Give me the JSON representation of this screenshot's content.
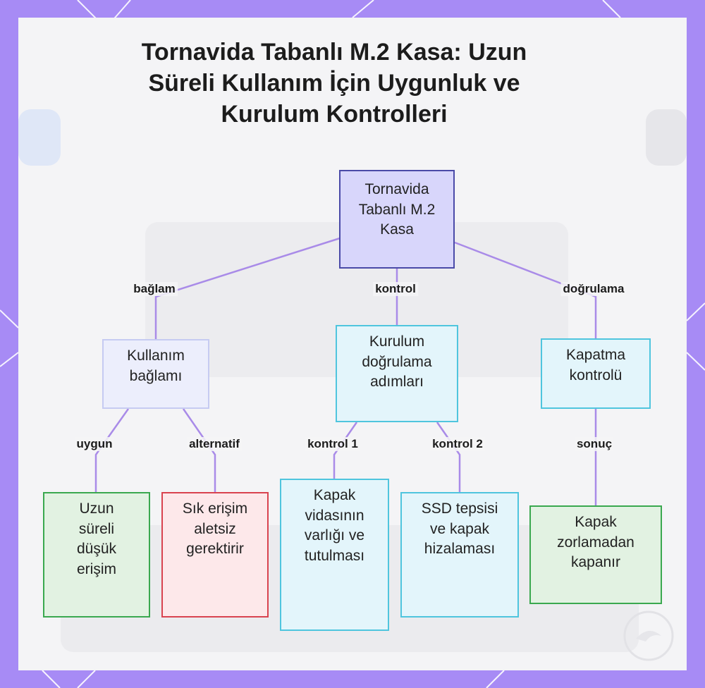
{
  "title": "Tornavida Tabanlı M.2 Kasa: Uzun Süreli Kullanım İçin Uygunluk ve Kurulum Kontrolleri",
  "colors": {
    "frame": "#a78bf5",
    "edge": "#a98be8",
    "root_fill": "#d8d6fb",
    "root_border": "#4a4aa8",
    "context_fill": "#eceefc",
    "context_border": "#c6cbf2",
    "cyan_fill": "#e3f5fb",
    "cyan_border": "#4fc5de",
    "green_fill": "#e2f2e2",
    "green_border": "#3aa84f",
    "red_fill": "#fde8ea",
    "red_border": "#d9434f"
  },
  "nodes": {
    "root": "Tornavida Tabanlı M.2 Kasa",
    "usage_context": "Kullanım bağlamı",
    "install_steps": "Kurulum doğrulama adımları",
    "close_check": "Kapatma kontrolü",
    "long_term": "Uzun süreli düşük erişim",
    "frequent_access": "Sık erişim aletsiz gerektirir",
    "screw_presence": "Kapak vidasının varlığı ve tutulması",
    "tray_alignment": "SSD tepsisi ve kapak hizalaması",
    "closes_freely": "Kapak zorlamadan kapanır"
  },
  "edge_labels": {
    "context": "bağlam",
    "control": "kontrol",
    "verify": "doğrulama",
    "suitable": "uygun",
    "alternative": "alternatif",
    "control1": "kontrol 1",
    "control2": "kontrol 2",
    "result": "sonuç"
  }
}
